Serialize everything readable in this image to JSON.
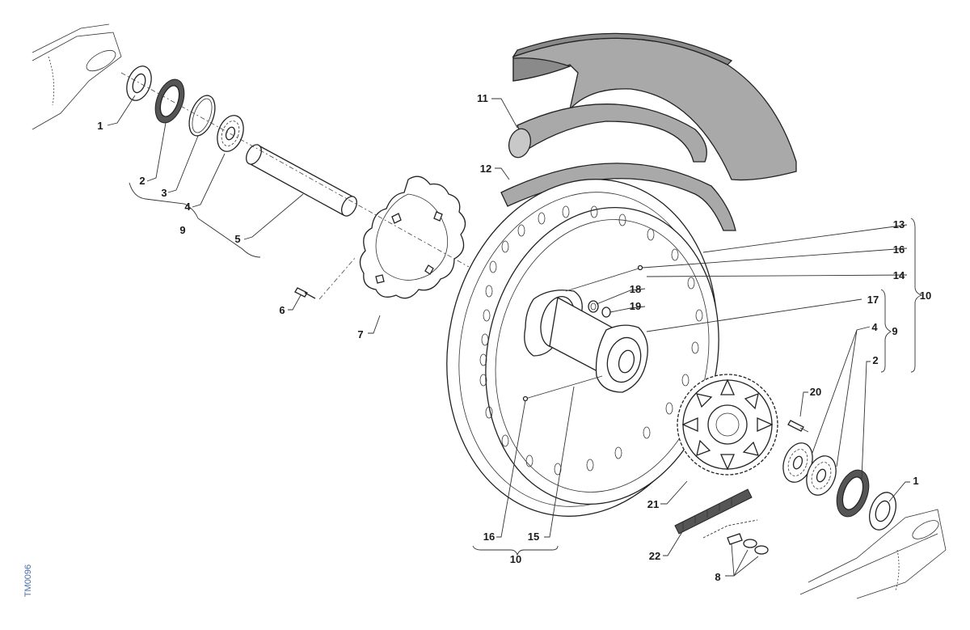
{
  "diagram": {
    "code": "TM0096",
    "callouts": {
      "c1a": "1",
      "c2a": "2",
      "c3": "3",
      "c4a": "4",
      "c5": "5",
      "c9a": "9",
      "c6": "6",
      "c7": "7",
      "c11": "11",
      "c12": "12",
      "c13": "13",
      "c16a": "16",
      "c14": "14",
      "c18": "18",
      "c19": "19",
      "c17": "17",
      "c10a": "10",
      "c4b": "4",
      "c9b": "9",
      "c2b": "2",
      "c20": "20",
      "c1b": "1",
      "c21": "21",
      "c22": "22",
      "c16b": "16",
      "c15": "15",
      "c10b": "10",
      "c8": "8"
    }
  }
}
